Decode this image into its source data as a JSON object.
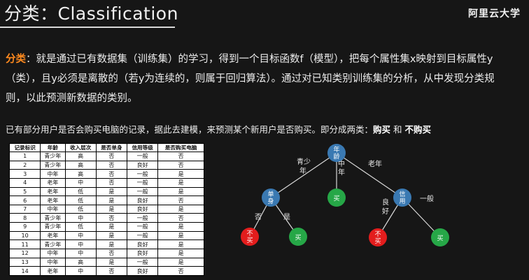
{
  "header": {
    "title": "分类：Classification",
    "logo": "阿里云大学"
  },
  "definition": {
    "keyword": "分类",
    "text": "：就是通过已有数据集（训练集）的学习，得到一个目标函数f（模型），把每个属性集x映射到目标属性y（类），且y必须是离散的（若y为连续的，则属于回归算法）。通过对已知类别训练集的分析，从中发现分类规则，以此预测新数据的类别。"
  },
  "intro": {
    "text": "已有部分用户是否会购买电脑的记录，据此去建模，来预测某个新用户是否购买。即分成两类：",
    "class_a": "购买",
    "conj": " 和 ",
    "class_b": "不购买"
  },
  "table": {
    "headers": [
      "记录标识",
      "年龄",
      "收入层次",
      "是否单身",
      "信用等级",
      "是否购买电脑"
    ],
    "rows": [
      [
        "1",
        "青少年",
        "高",
        "否",
        "一般",
        "否"
      ],
      [
        "2",
        "青少年",
        "高",
        "否",
        "良好",
        "否"
      ],
      [
        "3",
        "中年",
        "高",
        "否",
        "一般",
        "是"
      ],
      [
        "4",
        "老年",
        "中",
        "否",
        "一般",
        "是"
      ],
      [
        "5",
        "老年",
        "低",
        "是",
        "一般",
        "是"
      ],
      [
        "6",
        "老年",
        "低",
        "是",
        "良好",
        "否"
      ],
      [
        "7",
        "中年",
        "低",
        "是",
        "良好",
        "是"
      ],
      [
        "8",
        "青少年",
        "中",
        "否",
        "一般",
        "否"
      ],
      [
        "9",
        "青少年",
        "低",
        "是",
        "一般",
        "是"
      ],
      [
        "10",
        "老年",
        "中",
        "是",
        "一般",
        "是"
      ],
      [
        "11",
        "青少年",
        "中",
        "是",
        "良好",
        "是"
      ],
      [
        "12",
        "中年",
        "中",
        "否",
        "良好",
        "是"
      ],
      [
        "13",
        "中年",
        "高",
        "是",
        "一般",
        "是"
      ],
      [
        "14",
        "老年",
        "中",
        "否",
        "良好",
        "否"
      ]
    ]
  },
  "tree": {
    "colors": {
      "blue": "#3a79b2",
      "green": "#26a747",
      "red": "#e31d1d",
      "edge": "#d8d8d8"
    },
    "nodes": {
      "root": {
        "l1": "年",
        "l2": "龄"
      },
      "single": {
        "l1": "单",
        "l2": "身"
      },
      "buy_mid": {
        "l1": "买"
      },
      "credit": {
        "l1": "信",
        "l2": "用"
      },
      "nobuy_left": {
        "l1": "不",
        "l2": "买"
      },
      "buy_left": {
        "l1": "买"
      },
      "nobuy_right": {
        "l1": "不",
        "l2": "买"
      },
      "buy_right": {
        "l1": "买"
      }
    },
    "edges": {
      "youth_l1": "青少",
      "youth_l2": "年",
      "middle_l1": "中",
      "middle_l2": "年",
      "old": "老年",
      "no": "否",
      "yes": "是",
      "good_l1": "良",
      "good_l2": "好",
      "normal": "一般"
    }
  }
}
